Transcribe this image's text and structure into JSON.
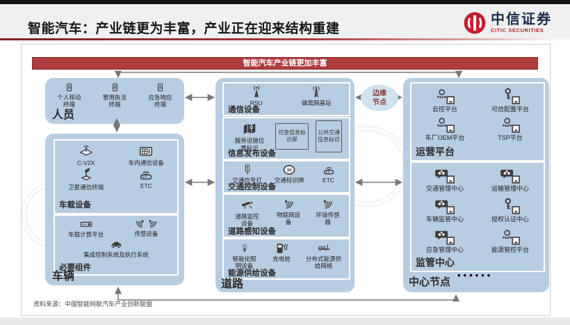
{
  "header": {
    "title": "智能汽车：产业链更为丰富，产业正在迎来结构重建",
    "logo_cn": "中信证券",
    "logo_en": "CITIC SECURITIES"
  },
  "banner": {
    "label": "智能汽车产业链更加丰富"
  },
  "edge_node": {
    "label": "边缘节点"
  },
  "personnel": {
    "label": "人员",
    "items": [
      "个人移动终端",
      "警用执法终端",
      "应急响应终端"
    ]
  },
  "vehicle": {
    "label": "车辆",
    "onboard": {
      "label": "车载设备",
      "items": [
        "C-V2X",
        "车内通信设备",
        "卫星通信终端",
        "ETC"
      ]
    },
    "components": {
      "label": "必要组件",
      "items": [
        "车载计算平台",
        "传感设备",
        "集成控制系统及执行系统"
      ]
    }
  },
  "road": {
    "label": "道路",
    "comm": {
      "label": "通信设备",
      "items": [
        "RSU",
        "蜂窝网基站"
      ]
    },
    "info": {
      "label": "信息发布设备",
      "items": [
        "服务设施位置标识",
        "可变信息标识屏",
        "公共交通信息标识"
      ]
    },
    "control": {
      "label": "交通控制设备",
      "items": [
        "交通信号灯",
        "交通标识牌",
        "ETC"
      ],
      "sign_text": "30"
    },
    "sensing": {
      "label": "道路感知设备",
      "items": [
        "道路监控设备",
        "物联网设备",
        "环境传感器"
      ]
    },
    "energy": {
      "label": "能源供给设备",
      "items": [
        "智能化照明设备",
        "充电桩",
        "分布式能源供给网络"
      ]
    }
  },
  "center": {
    "label": "中心节点",
    "dots": "••••••",
    "platform": {
      "label": "运营平台",
      "items": [
        "云控平台",
        "可信配置平台",
        "车厂OEM平台",
        "TSP平台"
      ]
    },
    "regulatory": {
      "label": "监管中心",
      "items": [
        "交通管理中心",
        "运输管理中心",
        "车辆监管中心",
        "授权认证中心",
        "应急管理中心",
        "能源管控平台"
      ]
    }
  },
  "source": "资料来源：中国智能网联汽车产业创新联盟",
  "colors": {
    "banner_red": "#b03d3d",
    "box_blue": "#b7cde2",
    "logo_red": "#c31f2f",
    "arrow_gray": "#787878"
  }
}
